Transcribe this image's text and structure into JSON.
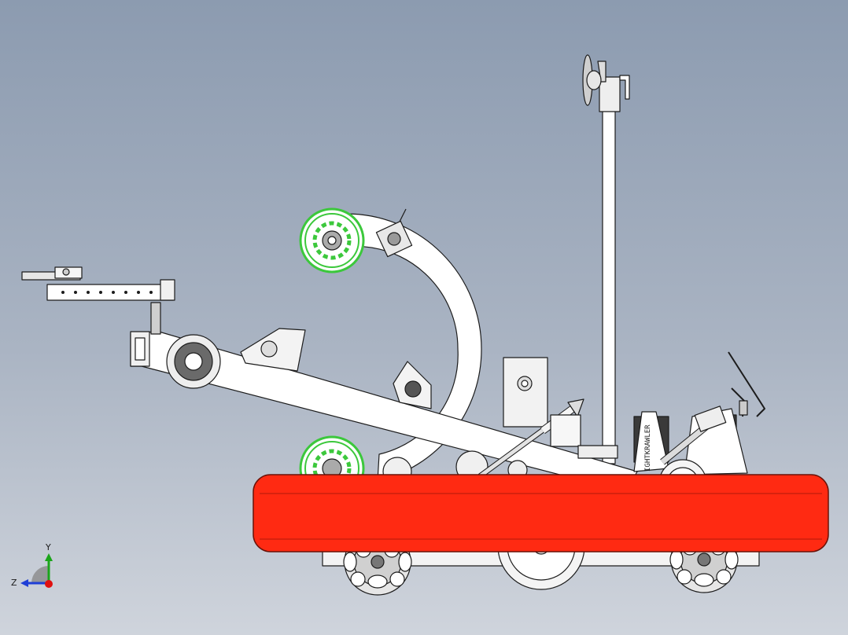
{
  "triad": {
    "y_label": "Y",
    "z_label": "Z",
    "y_color": "#1aa51a",
    "z_color": "#1f3fd6",
    "x_color": "#e01010"
  },
  "body_label": "IGHTKRAWLER",
  "colors": {
    "track": "#ff2a12",
    "reel": "#3cc83c",
    "frame": "#ffffff",
    "outline": "#1c1c1c"
  }
}
